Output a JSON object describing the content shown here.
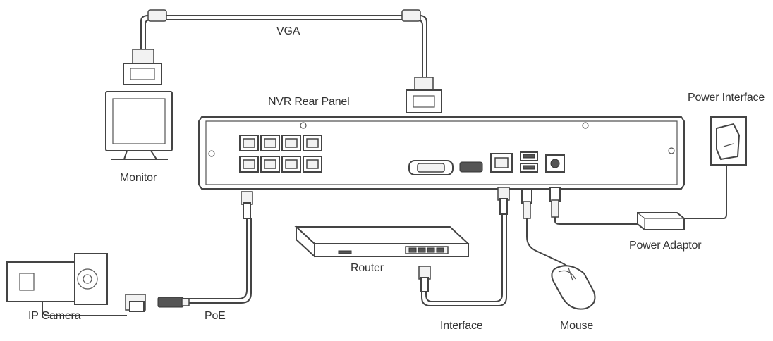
{
  "diagram": {
    "labels": {
      "vga": "VGA",
      "nvr_rear_panel": "NVR Rear Panel",
      "power_interface": "Power Interface",
      "monitor": "Monitor",
      "router": "Router",
      "power_adaptor": "Power Adaptor",
      "ip_camera": "IP Camera",
      "poe": "PoE",
      "interface": "Interface",
      "mouse": "Mouse"
    },
    "nvr": {
      "poe_port_count": 8
    }
  }
}
